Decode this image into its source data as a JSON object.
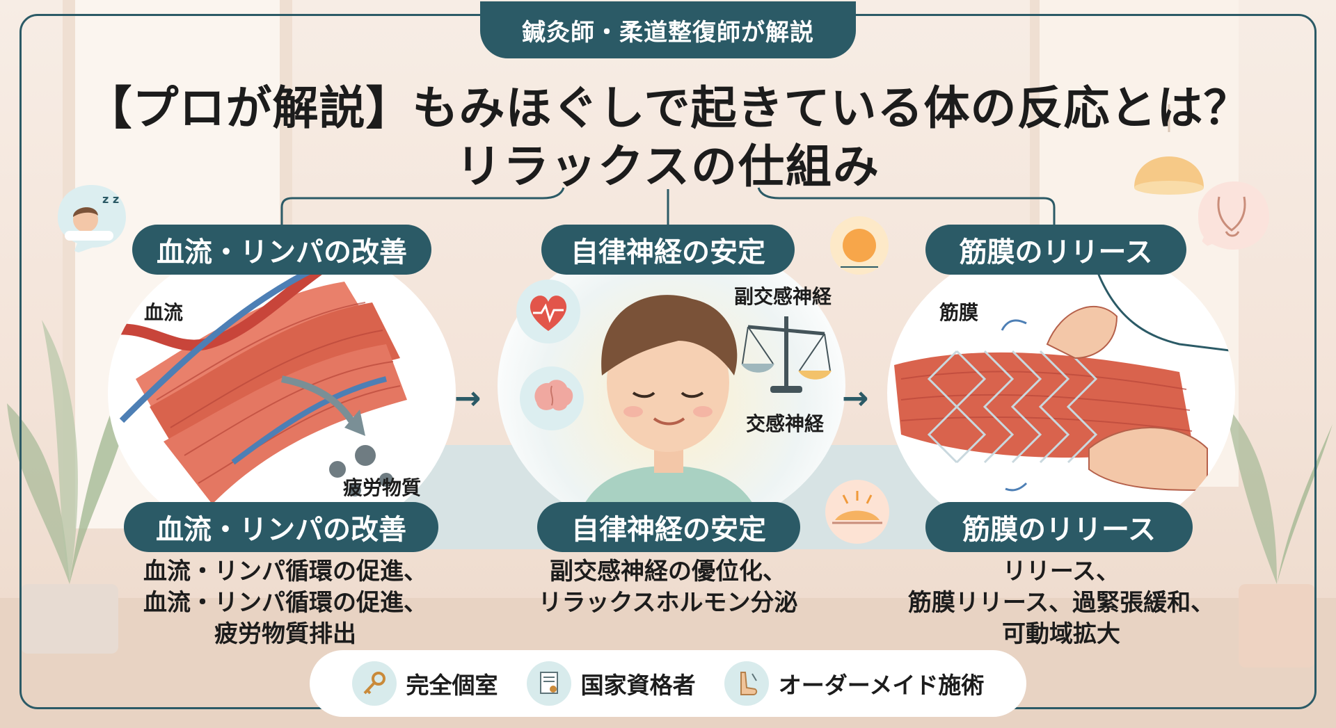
{
  "header": {
    "badge": "鍼灸師・柔道整復師が解説",
    "title_line1": "【プロが解説】もみほぐしで起きている体の反応とは？",
    "title_line2": "リラックスの仕組み"
  },
  "panels": [
    {
      "top_label": "血流・リンパの改善",
      "bottom_label": "血流・リンパの改善",
      "annotations": [
        "血流",
        "疲労物質"
      ],
      "description": [
        "血流・リンパ循環の促進、",
        "血流・リンパ循環の促進、",
        "疲労物質排出"
      ]
    },
    {
      "top_label": "自律神経の安定",
      "bottom_label": "自律神経の安定",
      "annotations": [
        "副交感神経",
        "交感神経"
      ],
      "description": [
        "副交感神経の優位化、",
        "リラックスホルモン分泌"
      ]
    },
    {
      "top_label": "筋膜のリリース",
      "bottom_label": "筋膜のリリース",
      "annotations": [
        "筋膜"
      ],
      "description": [
        "リリース、",
        "筋膜リリース、過緊張緩和、",
        "可動域拡大"
      ]
    }
  ],
  "footer": {
    "features": [
      {
        "label": "完全個室",
        "icon": "key-icon"
      },
      {
        "label": "国家資格者",
        "icon": "certificate-icon"
      },
      {
        "label": "オーダーメイド施術",
        "icon": "foot-icon"
      }
    ]
  },
  "colors": {
    "accent": "#2b5a66",
    "muscle": "#d9634d",
    "artery": "#c8453a",
    "vein": "#4d7fb5",
    "background": "#f3e6dc"
  }
}
